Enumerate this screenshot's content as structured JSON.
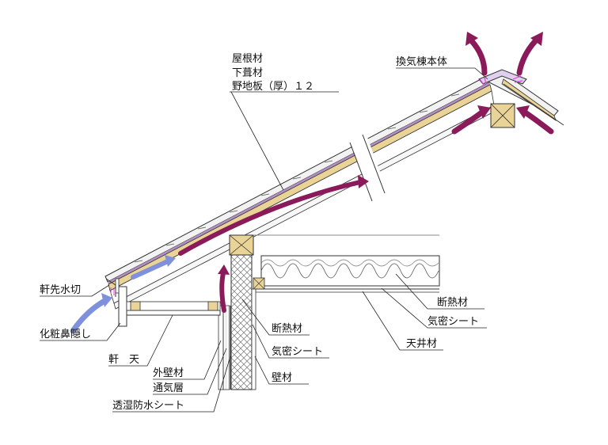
{
  "labels": {
    "roof_material": "屋根材",
    "underlayment": "下葺材",
    "sheathing": "野地板（厚）１２",
    "ridge_vent": "換気棟本体",
    "eave_flashing": "軒先水切",
    "fascia": "化粧鼻隠し",
    "soffit": "軒　天",
    "exterior_wall": "外壁材",
    "air_layer": "通気層",
    "breathable_sheet": "透湿防水シート",
    "wall_insulation": "断熱材",
    "wall_airtight_sheet": "気密シート",
    "wall_board": "壁材",
    "ceiling_insulation": "断熱材",
    "ceiling_airtight_sheet": "気密シート",
    "ceiling_board": "天井材"
  },
  "colors": {
    "airflow_out": "#8b1a5a",
    "airflow_in": "#7f90dc",
    "timber": "#e9d396",
    "underlayment_purple": "#b090c0",
    "line": "#333333",
    "leader": "#222222"
  }
}
